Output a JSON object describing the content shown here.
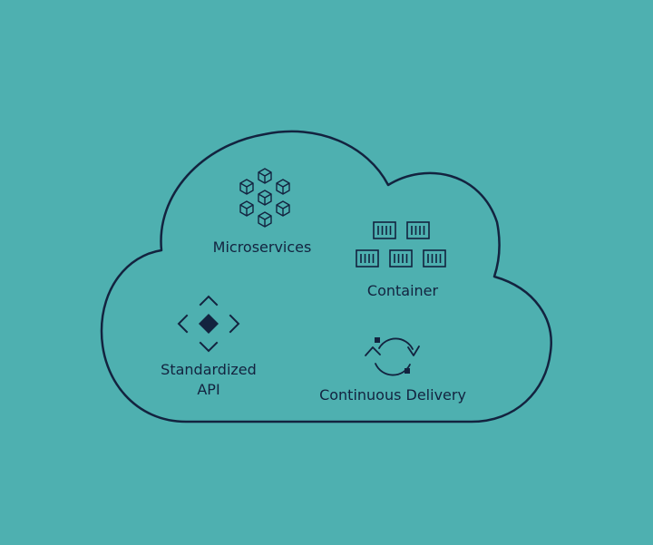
{
  "diagram": {
    "colors": {
      "background": "#4EB0B0",
      "ink": "#13233F"
    },
    "nodes": [
      {
        "id": "microservices",
        "label": "Microservices",
        "icon": "cube-cluster-icon"
      },
      {
        "id": "container",
        "label": "Container",
        "icon": "shipping-containers-icon"
      },
      {
        "id": "api",
        "label_line1": "Standardized",
        "label_line2": "API",
        "icon": "diamond-brackets-icon"
      },
      {
        "id": "cd",
        "label": "Continuous Delivery",
        "icon": "cycle-arrows-icon"
      }
    ]
  }
}
